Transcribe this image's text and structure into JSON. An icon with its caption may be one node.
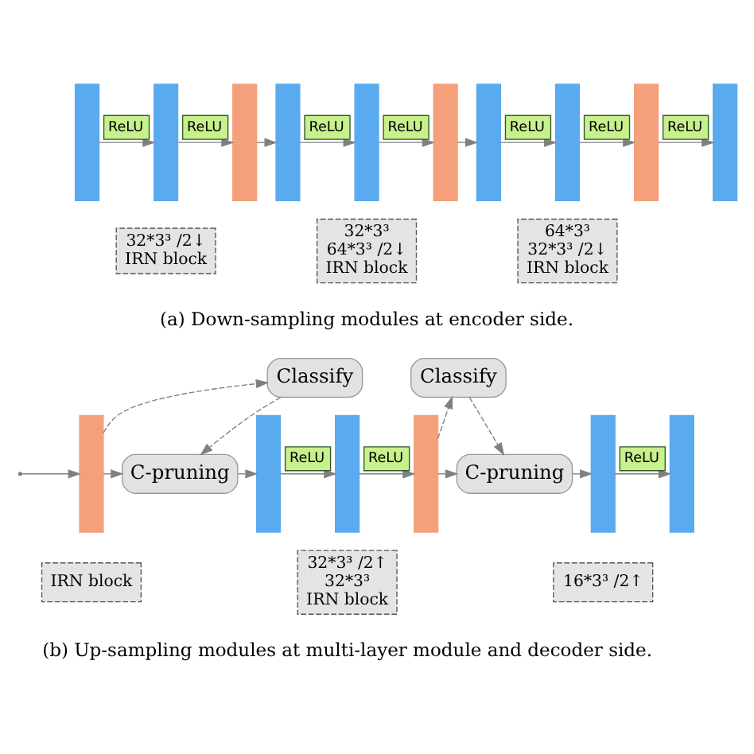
{
  "diagram": {
    "nodes": [
      {
        "text": [],
        "shape": "box"
      },
      {
        "text": [],
        "shape": "box"
      },
      {
        "text": [],
        "shape": "box"
      },
      {
        "text": [],
        "shape": "box"
      },
      {
        "text": [],
        "shape": "box"
      },
      {
        "text": [],
        "shape": "box"
      },
      {
        "text": [],
        "shape": "box"
      },
      {
        "text": [],
        "shape": "box"
      },
      {
        "text": [],
        "shape": "box"
      },
      {
        "text": [],
        "shape": "box"
      },
      {
        "text": [
          "32*3³ /2↓",
          "IRN block"
        ]
      },
      {
        "text": [
          "32*3³",
          "64*3³ /2↓",
          "IRN block"
        ]
      },
      {
        "text": [
          "64*3³",
          "32*3³ /2↓",
          "IRN block"
        ]
      },
      {
        "text": [],
        "shape": "box"
      },
      {
        "text": [
          "Classify"
        ]
      },
      {
        "text": [
          "C-pruning"
        ]
      },
      {
        "text": [],
        "shape": "box"
      },
      {
        "text": [],
        "shape": "box"
      },
      {
        "text": [],
        "shape": "box"
      },
      {
        "text": [
          "Classify"
        ]
      },
      {
        "text": [
          "C-pruning"
        ]
      },
      {
        "text": [],
        "shape": "box"
      },
      {
        "text": [],
        "shape": "box"
      },
      {
        "text": [
          "IRN block"
        ]
      },
      {
        "text": [
          "32*3³ /2↑",
          "32*3³",
          "IRN block"
        ]
      },
      {
        "text": [
          "16*3³ /2↑"
        ]
      }
    ],
    "edges": [
      {
        "from": 0,
        "to": 1,
        "arrow": "to",
        "label": "ReLU"
      },
      {
        "from": 1,
        "to": 2,
        "arrow": "to",
        "label": "ReLU"
      },
      {
        "from": 2,
        "to": 3,
        "arrow": "to"
      },
      {
        "from": 3,
        "to": 4,
        "arrow": "to",
        "label": "ReLU"
      },
      {
        "from": 4,
        "to": 5,
        "arrow": "to",
        "label": "ReLU"
      },
      {
        "from": 5,
        "to": 6,
        "arrow": "to"
      },
      {
        "from": 6,
        "to": 7,
        "arrow": "to",
        "label": "ReLU"
      },
      {
        "from": 7,
        "to": 8,
        "arrow": "to",
        "label": "ReLU"
      },
      {
        "from": 8,
        "to": 9,
        "arrow": "to",
        "label": "ReLU"
      },
      {
        "from": null,
        "to": 13,
        "arrow": "to"
      },
      {
        "from": 13,
        "to": 15,
        "arrow": "to"
      },
      {
        "from": 13,
        "to": 14,
        "arrow": "to",
        "style": "dashed"
      },
      {
        "from": 14,
        "to": 15,
        "arrow": "to",
        "style": "dashed"
      },
      {
        "from": 15,
        "to": 16,
        "arrow": "to"
      },
      {
        "from": 16,
        "to": 17,
        "arrow": "to",
        "label": "ReLU"
      },
      {
        "from": 17,
        "to": 18,
        "arrow": "to",
        "label": "ReLU"
      },
      {
        "from": 18,
        "to": 20,
        "arrow": "to"
      },
      {
        "from": 18,
        "to": 19,
        "arrow": "to",
        "style": "dashed"
      },
      {
        "from": 19,
        "to": 20,
        "arrow": "to",
        "style": "dashed"
      },
      {
        "from": 20,
        "to": 21,
        "arrow": "to"
      },
      {
        "from": 21,
        "to": 22,
        "arrow": "to",
        "label": "ReLU"
      }
    ],
    "labels": [
      "(a) Down-sampling modules at encoder side.",
      "(b) Up-sampling modules at multi-layer module and decoder side."
    ]
  }
}
